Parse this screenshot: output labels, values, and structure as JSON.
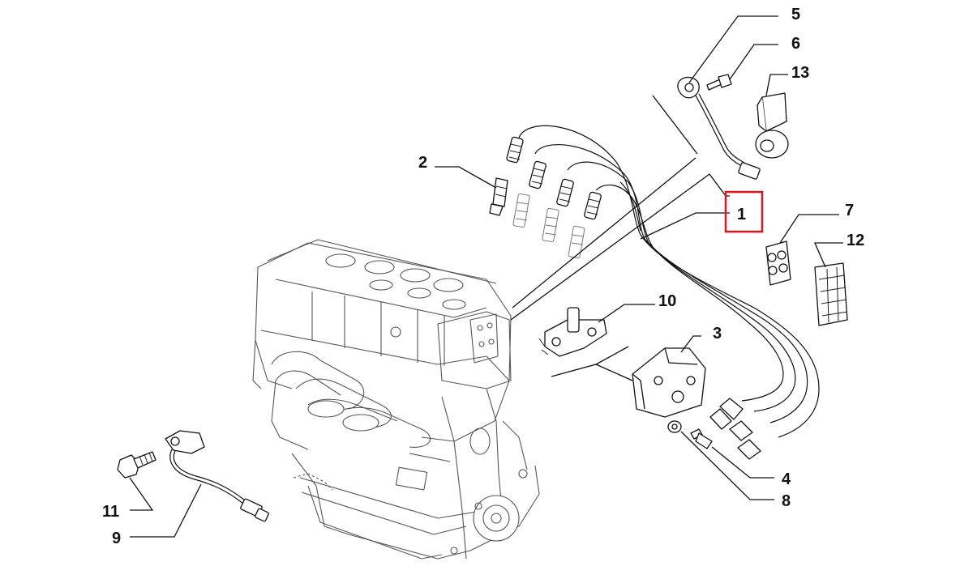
{
  "diagram": {
    "callouts": {
      "c1": "1",
      "c2": "2",
      "c3": "3",
      "c4": "4",
      "c5": "5",
      "c6": "6",
      "c7": "7",
      "c8": "8",
      "c9": "9",
      "c10": "10",
      "c11": "11",
      "c12": "12",
      "c13": "13"
    },
    "highlighted_callout": "1",
    "highlight_color": "#e0141e",
    "ink_color": "#111111"
  }
}
